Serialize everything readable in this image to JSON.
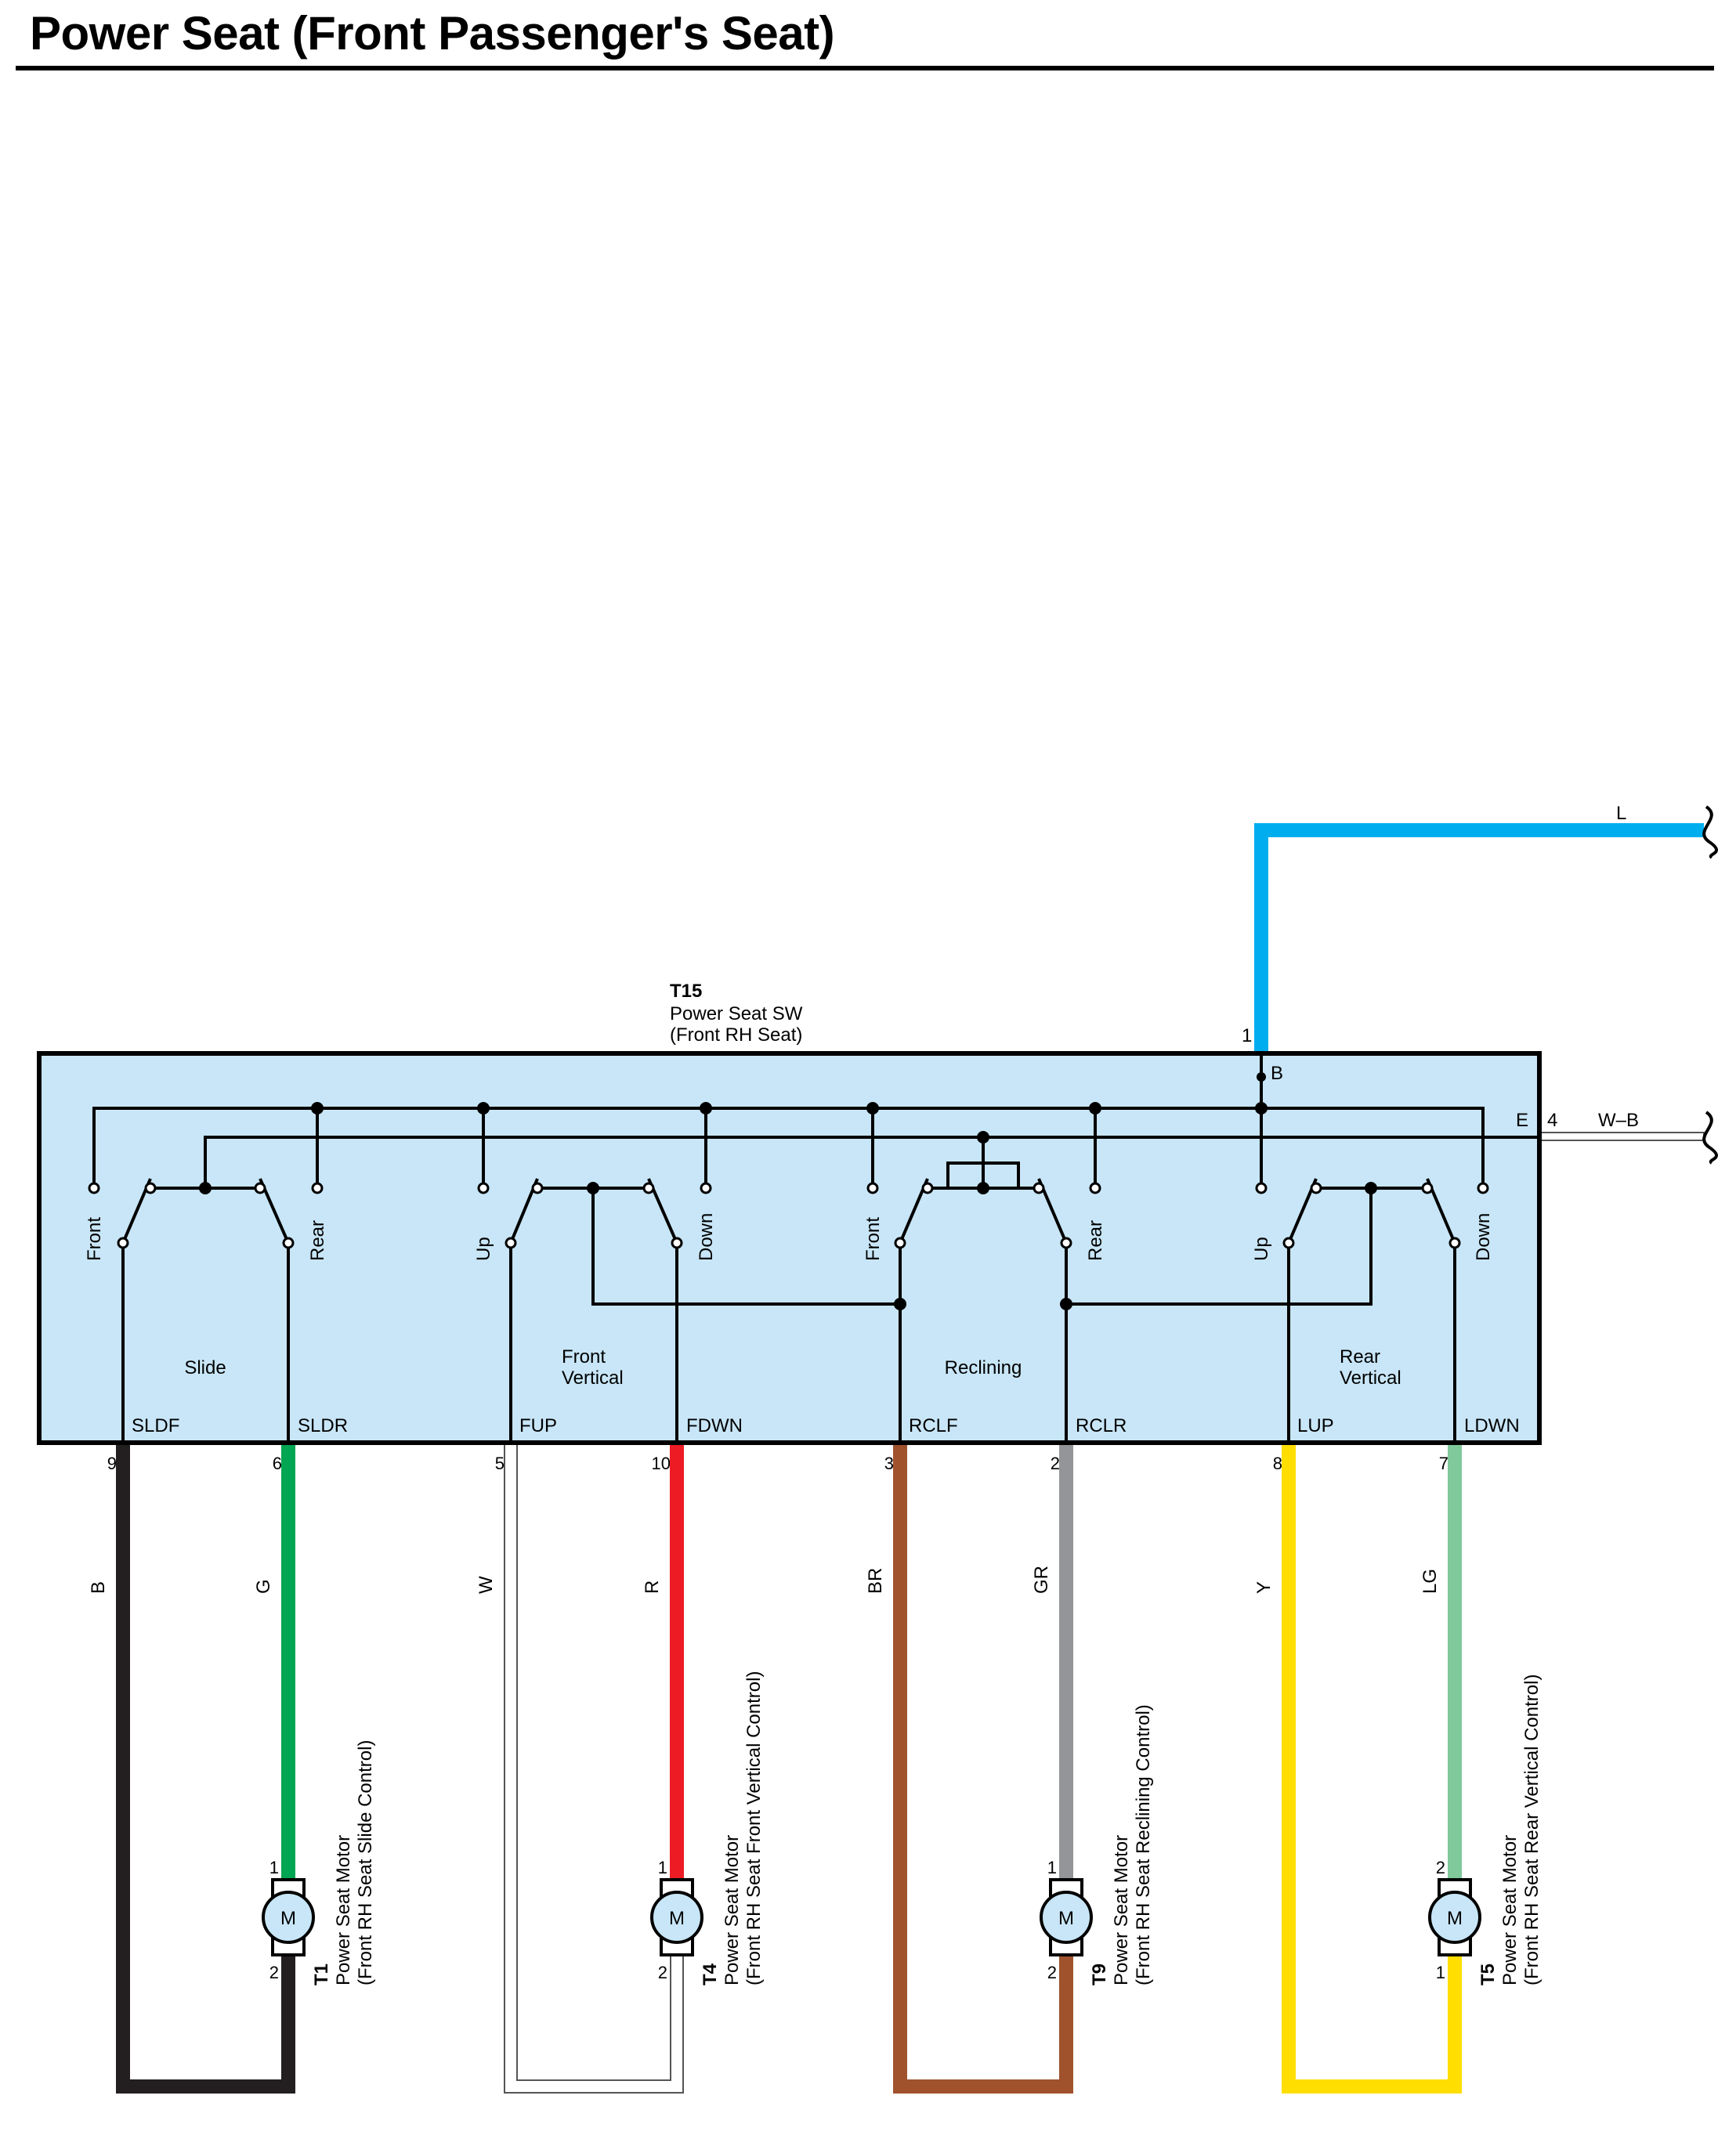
{
  "title": "Power Seat (Front Passenger's Seat)",
  "switch": {
    "code": "T15",
    "name": "Power Seat SW",
    "sub": "(Front RH Seat)",
    "power_pin": "1",
    "power_label": "B",
    "ground_label": "E",
    "ground_pin": "4",
    "sections": [
      {
        "name": "Slide",
        "sw1": "Front",
        "sw2": "Rear",
        "t1": "SLDF",
        "t2": "SLDR",
        "p1": "9",
        "p2": "6"
      },
      {
        "name": "Front Vertical",
        "sw1": "Up",
        "sw2": "Down",
        "t1": "FUP",
        "t2": "FDWN",
        "p1": "5",
        "p2": "10"
      },
      {
        "name": "Reclining",
        "sw1": "Front",
        "sw2": "Rear",
        "t1": "RCLF",
        "t2": "RCLR",
        "p1": "3",
        "p2": "2"
      },
      {
        "name": "Rear Vertical",
        "sw1": "Up",
        "sw2": "Down",
        "t1": "LUP",
        "t2": "LDWN",
        "p1": "8",
        "p2": "7"
      }
    ]
  },
  "wires": {
    "power": {
      "code": "L",
      "color": "#00aeef"
    },
    "ground": {
      "code": "W–B",
      "color": "#ffffff"
    }
  },
  "motors": [
    {
      "code": "T1",
      "name": "Power Seat Motor",
      "desc": "(Front RH Seat Slide Control)",
      "symbol": "M",
      "pin_top": "1",
      "pin_bot": "2",
      "wire1": {
        "code": "B",
        "color": "#231f20"
      },
      "wire2": {
        "code": "G",
        "color": "#00a651"
      }
    },
    {
      "code": "T4",
      "name": "Power Seat Motor",
      "desc": "(Front RH Seat Front Vertical Control)",
      "symbol": "M",
      "pin_top": "1",
      "pin_bot": "2",
      "wire1": {
        "code": "W",
        "color": "#ffffff"
      },
      "wire2": {
        "code": "R",
        "color": "#ed1c24"
      }
    },
    {
      "code": "T9",
      "name": "Power Seat Motor",
      "desc": "(Front RH Seat Reclining Control)",
      "symbol": "M",
      "pin_top": "1",
      "pin_bot": "2",
      "wire1": {
        "code": "BR",
        "color": "#a0522d"
      },
      "wire2": {
        "code": "GR",
        "color": "#939598"
      }
    },
    {
      "code": "T5",
      "name": "Power Seat Motor",
      "desc": "(Front RH Seat Rear Vertical Control)",
      "symbol": "M",
      "pin_top": "2",
      "pin_bot": "1",
      "wire1": {
        "code": "Y",
        "color": "#ffde00"
      },
      "wire2": {
        "code": "LG",
        "color": "#7fc99a"
      }
    }
  ],
  "colors": {
    "switch_fill": "#c8e6f7",
    "motor_fill": "#c8e6f7"
  }
}
